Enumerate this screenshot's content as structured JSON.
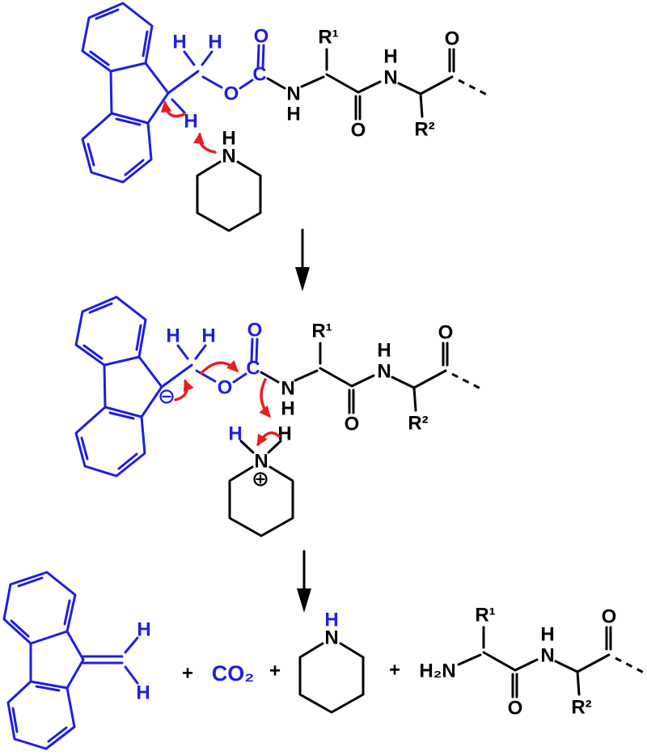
{
  "atoms": {
    "H": "H",
    "O": "O",
    "C": "C",
    "N": "N",
    "R1": "R¹",
    "R2": "R²",
    "H2N": "H₂N",
    "CO2": "CO₂",
    "plus": "+"
  },
  "colors": {
    "c-blue": "#1e1ee1",
    "c-black": "#000000",
    "c-red": "#ec1c1c",
    "c-bg": "#ffffff"
  },
  "icons": {
    "minus_charge": "circled-minus",
    "plus_charge": "circled-plus",
    "reaction_arrow": "downward-arrow",
    "electron_arrow": "red-curved-arrow"
  }
}
